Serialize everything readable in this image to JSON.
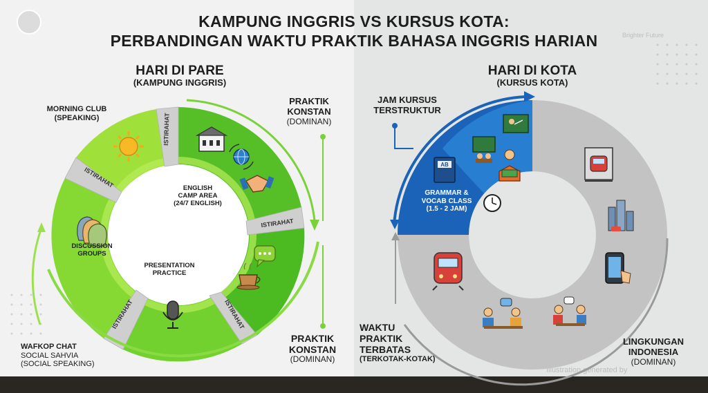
{
  "header": {
    "title_line1": "KAMPUNG INGGRIS VS KURSUS KOTA:",
    "title_line2": "PERBANDINGAN WAKTU PRAKTIK BAHASA INGGRIS HARIAN",
    "watermark_top": "Brighter Future",
    "watermark_bottom": "Illustration generated by"
  },
  "left": {
    "heading": "HARI DI PARE",
    "subheading": "(KAMPUNG INGGRIS)",
    "center_label_1": "ENGLISH",
    "center_label_2": "CAMP AREA",
    "center_label_3": "(24/7 ENGLISH)",
    "presentation_1": "PRESENTATION",
    "presentation_2": "PRACTICE",
    "discussion_1": "DISCUSSION",
    "discussion_2": "GROUPS",
    "break_label": "ISTIRAHAT",
    "morning_1": "MORNING CLUB",
    "morning_2": "(SPEAKING)",
    "praktik_1": "PRAKTIK",
    "praktik_2": "KONSTAN",
    "praktik_3": "(DOMINAN)",
    "wafkop_1": "WAFKOP CHAT",
    "wafkop_2": "SOCIAL SAHVIA",
    "wafkop_3": "(SOCIAL SPEAKING)",
    "colors": {
      "green_dark": "#3fae1d",
      "green_mid": "#62c72a",
      "green_light": "#a6e23c",
      "break_gray": "#c9c9c9"
    }
  },
  "right": {
    "heading": "HARI DI KOTA",
    "subheading": "(KURSUS KOTA)",
    "jam_1": "JAM KURSUS",
    "jam_2": "TERSTRUKTUR",
    "grammar_1": "GRAMMAR &",
    "grammar_2": "VOCAB CLASS",
    "grammar_3": "(1.5 - 2 JAM)",
    "class_label": "AB",
    "waktu_1": "WAKTU",
    "waktu_2": "PRAKTIK",
    "waktu_3": "TERBATAS",
    "waktu_4": "(TERKOTAK-KOTAK)",
    "lingkungan_1": "LINGKUNGAN",
    "lingkungan_2": "INDONESIA",
    "lingkungan_3": "(DOMINAN)",
    "colors": {
      "blue": "#1a63b8",
      "blue_light": "#2f8ad8",
      "ring_gray": "#c3c3c3"
    }
  }
}
